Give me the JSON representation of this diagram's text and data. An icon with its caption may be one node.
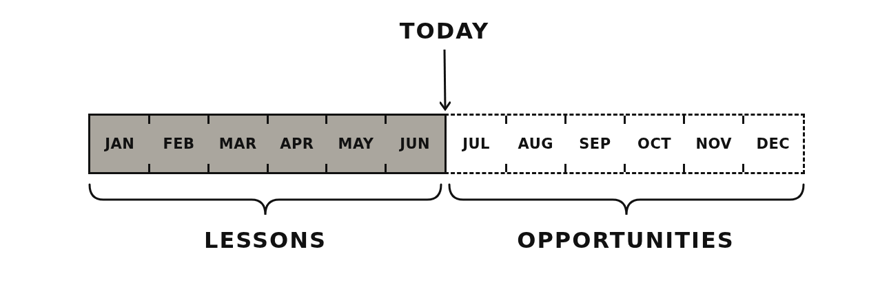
{
  "diagram": {
    "nodes": [
      {
        "text": [
          "TODAY"
        ]
      },
      {
        "text": [],
        "shape": "bar"
      },
      {
        "text": [
          "JAN"
        ],
        "in": 1
      },
      {
        "text": [
          "FEB"
        ],
        "in": 1
      },
      {
        "text": [
          "MAR"
        ],
        "in": 1
      },
      {
        "text": [
          "APR"
        ],
        "in": 1
      },
      {
        "text": [
          "MAY"
        ],
        "in": 1
      },
      {
        "text": [
          "JUN"
        ],
        "in": 1
      },
      {
        "text": [],
        "shape": "bar"
      },
      {
        "text": [
          "JUL"
        ],
        "in": 8
      },
      {
        "text": [
          "AUG"
        ],
        "in": 8
      },
      {
        "text": [
          "SEP"
        ],
        "in": 8
      },
      {
        "text": [
          "OCT"
        ],
        "in": 8
      },
      {
        "text": [
          "NOV"
        ],
        "in": 8
      },
      {
        "text": [
          "DEC"
        ],
        "in": 8
      }
    ],
    "edges": [
      {
        "from": 0,
        "to": 1,
        "arrow": "to"
      }
    ],
    "labels": [
      "LESSONS",
      "OPPORTUNITIES"
    ]
  }
}
